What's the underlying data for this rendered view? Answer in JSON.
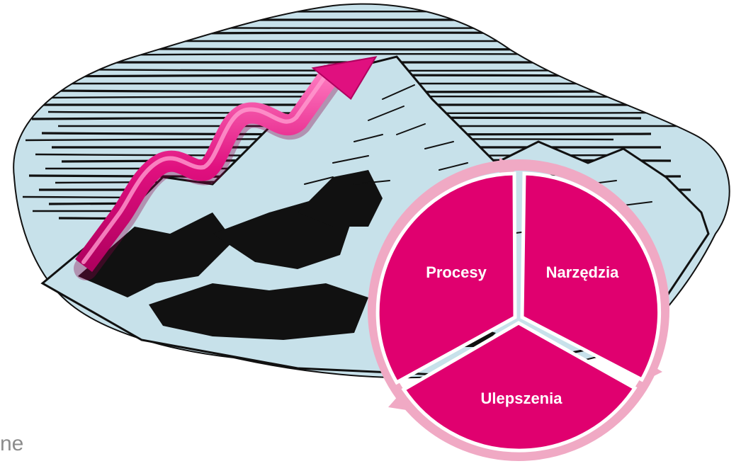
{
  "colors": {
    "sky": "#c7e1ea",
    "ink": "#111111",
    "arrow": "#e0107f",
    "arrow_highlight": "#ff7cc1",
    "segment": "#e0006f",
    "ring": "#f0a9c4",
    "divider": "#ffffff",
    "corner_text": "#8c8c8c"
  },
  "cycle": {
    "segments": [
      {
        "label": "Procesy"
      },
      {
        "label": "Narzędzia"
      },
      {
        "label": "Ulepszenia"
      }
    ]
  },
  "corner": {
    "text": "ne"
  },
  "illustration": {
    "subject": "mountain-woodcut",
    "arrow_icon": "trend-up-arrow-icon"
  }
}
